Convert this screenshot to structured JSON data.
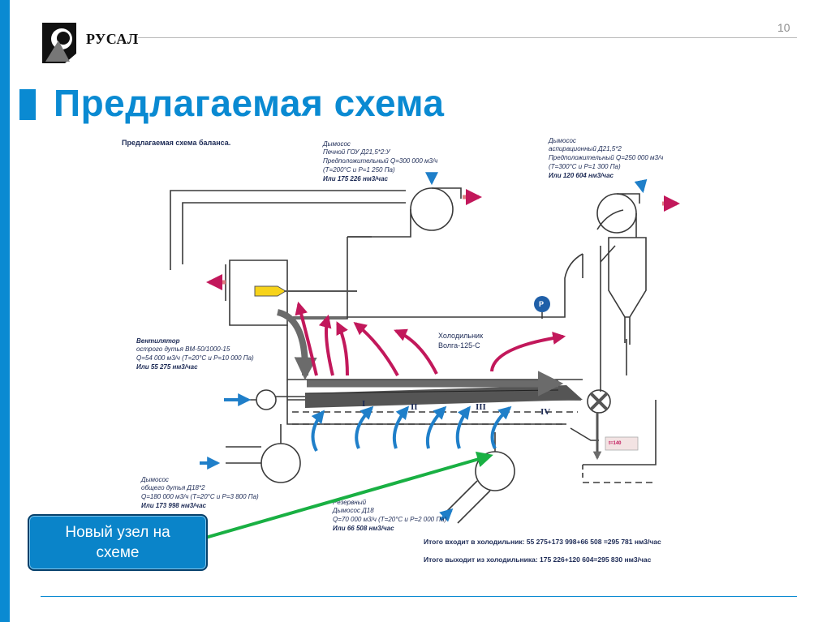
{
  "header": {
    "logo_text": "РУСАЛ",
    "page_number": "10",
    "title": "Предлагаемая схема"
  },
  "diagram": {
    "heading": "Предлагаемая схема баланса.",
    "exhauster_gou": {
      "title": "Дымосос",
      "line1": "Печной ГОУ Д21,5*2:У",
      "line2": "Предположительный Q=300 000 м3/ч",
      "line3": "(T=200°C и P=1 250 Па)",
      "line4": "Или 175 226 нм3/час"
    },
    "exhauster_aspiration": {
      "title": "Дымосос",
      "line1": "аспирационный Д21,5*2",
      "line2": "Предположительный Q=250 000 м3/ч",
      "line3": "(T=300°C и P=1 300 Па)",
      "line4": "Или 120 604 нм3/час"
    },
    "fan": {
      "title": "Вентилятор",
      "line1": "острого дутья ВМ-50/1000-15",
      "line2": "Q=54 000 м3/ч (T=20°C и P=10 000 Па)",
      "line3": "Или 55 275 нм3/час"
    },
    "cooler": {
      "line1": "Холодильник",
      "line2": "Волга-125-С"
    },
    "p_marker": "P",
    "temp_marker": "t=140",
    "sections": [
      "I",
      "II",
      "III",
      "IV"
    ],
    "exhauster_general": {
      "title": "Дымосос",
      "line1": "общего дутья Д18*2",
      "line2": "Q=180 000 м3/ч (T=20°C и P=3 800 Па)",
      "line3": "Или 173 998 нм3/час"
    },
    "reserve": {
      "title": "Резервный",
      "line1": "Дымосос Д18",
      "line2": "Q=70 000 м3/ч (T=20°C и P=2 000 Па)",
      "line3": "Или 66 508 нм3/час"
    },
    "total_in": "Итого входит в холодильник: 55 275+173 998+66 508 =295 781 нм3/час",
    "total_out": "Итого выходит из холодильника: 175 226+120 604=295 830 нм3/час"
  },
  "callout": {
    "line1": "Новый узел на",
    "line2": "схеме"
  },
  "colors": {
    "accent": "#0a8ad2",
    "callout_fill": "#0a84c9",
    "pointer_arrow": "#19b043",
    "hot_flow": "#c2185b",
    "cold_flow": "#1f7fc9"
  }
}
